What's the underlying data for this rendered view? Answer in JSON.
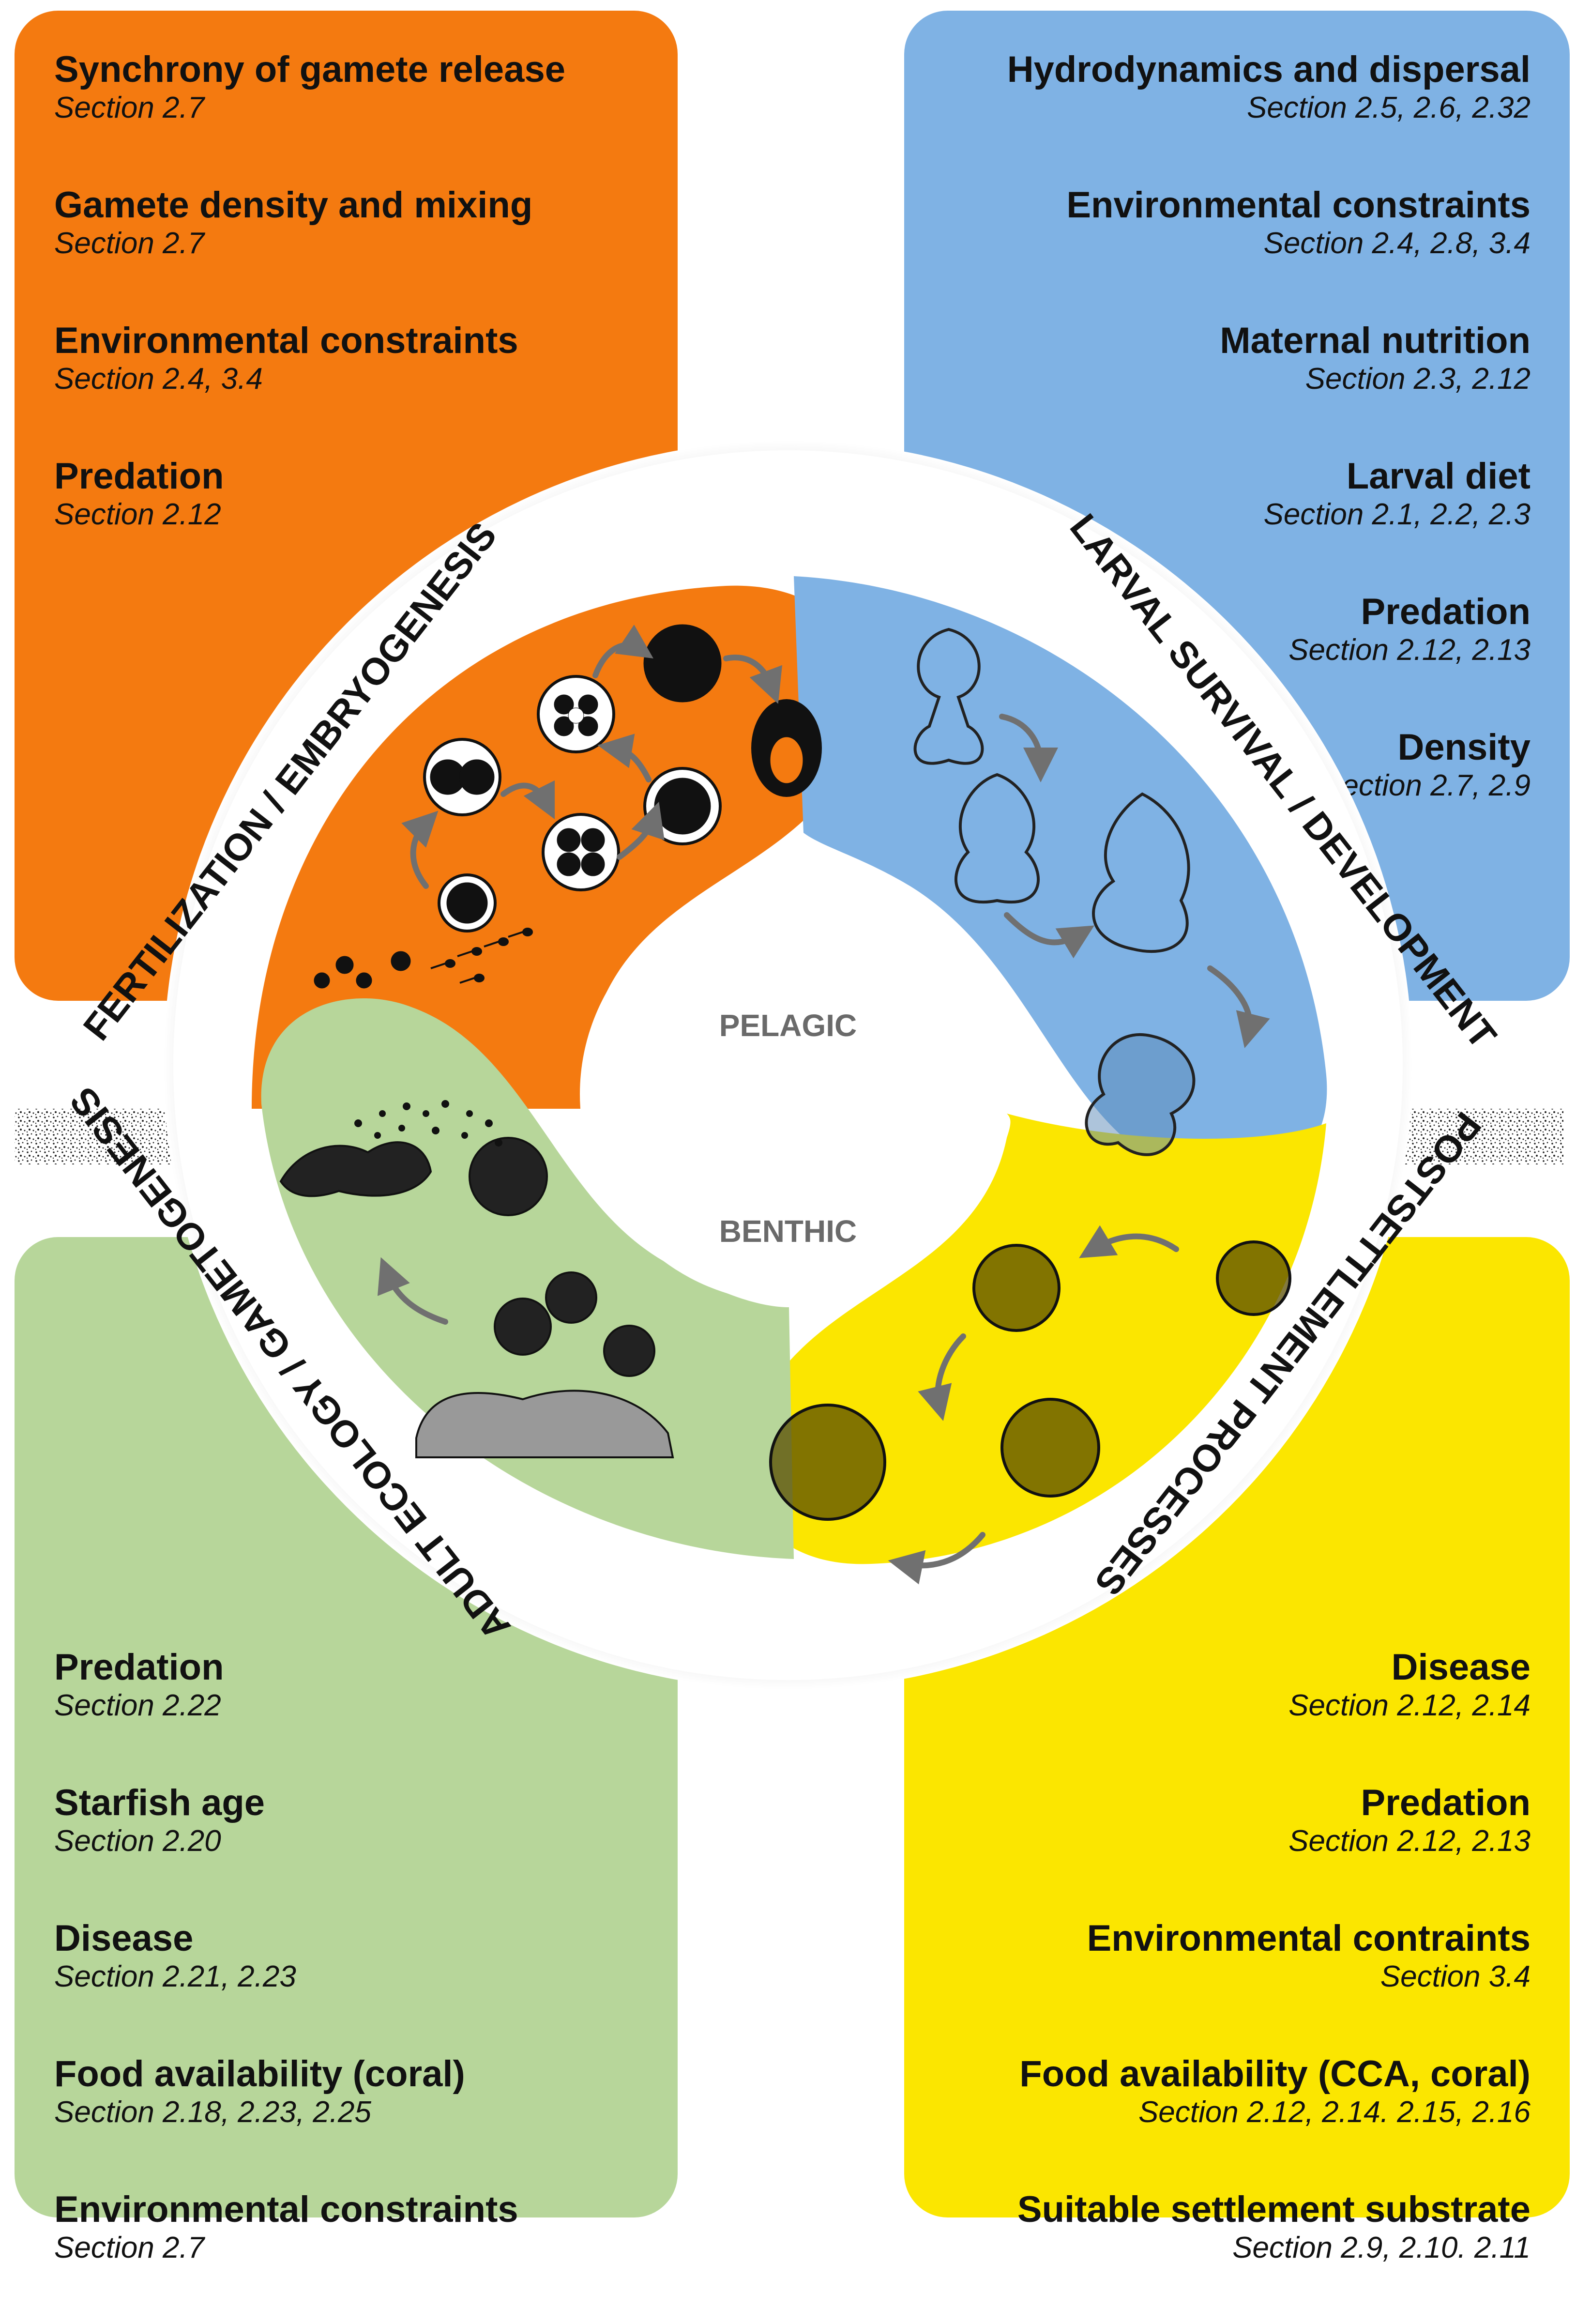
{
  "panels": {
    "top_left": [
      {
        "title": "Synchrony of gamete release",
        "section": "Section 2.7"
      },
      {
        "title": "Gamete density and mixing",
        "section": "Section 2.7"
      },
      {
        "title": "Environmental constraints",
        "section": "Section 2.4, 3.4"
      },
      {
        "title": "Predation",
        "section": "Section 2.12"
      }
    ],
    "top_right": [
      {
        "title": "Hydrodynamics and dispersal",
        "section": "Section 2.5, 2.6, 2.32"
      },
      {
        "title": "Environmental constraints",
        "section": "Section 2.4, 2.8, 3.4"
      },
      {
        "title": "Maternal nutrition",
        "section": "Section 2.3, 2.12"
      },
      {
        "title": "Larval diet",
        "section": "Section 2.1, 2.2, 2.3"
      },
      {
        "title": "Predation",
        "section": "Section 2.12, 2.13"
      },
      {
        "title": "Density",
        "section": "Section 2.7, 2.9"
      }
    ],
    "bottom_left": [
      {
        "title": "Predation",
        "section": "Section 2.22"
      },
      {
        "title": "Starfish age",
        "section": "Section 2.20"
      },
      {
        "title": "Disease",
        "section": "Section 2.21, 2.23"
      },
      {
        "title": "Food availability (coral)",
        "section": "Section 2.18, 2.23, 2.25"
      },
      {
        "title": "Environmental constraints",
        "section": "Section 2.7"
      }
    ],
    "bottom_right": [
      {
        "title": "Disease",
        "section": "Section 2.12, 2.14"
      },
      {
        "title": "Predation",
        "section": "Section 2.12, 2.13"
      },
      {
        "title": "Environmental contraints",
        "section": "Section 3.4"
      },
      {
        "title": "Food availability (CCA, coral)",
        "section": "Section 2.12, 2.14. 2.15, 2.16"
      },
      {
        "title": "Suitable settlement substrate",
        "section": "Section 2.9, 2.10. 2.11"
      }
    ]
  },
  "stages": {
    "fertilization": "FERTILIZATION / EMBRYOGENESIS",
    "larval": "LARVAL SURVIVAL / DEVELOPMENT",
    "postsettlement": "POSTSETTLEMENT PROCESSES",
    "adult": "ADULT ECOLOGY / GAMETOGENESIS"
  },
  "zones": {
    "pelagic": "PELAGIC",
    "benthic": "BENTHIC"
  },
  "colors": {
    "fertilization": "#f47a10",
    "larval": "#7fb2e4",
    "postsettlement": "#fbe600",
    "adult": "#b7d69a",
    "arrow": "#707070"
  }
}
